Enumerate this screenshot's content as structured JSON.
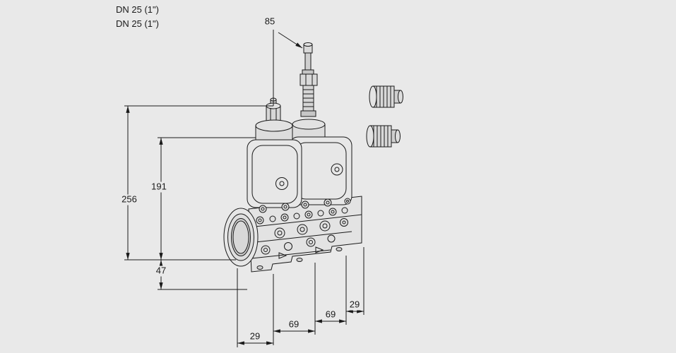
{
  "page": {
    "background": "#e9e9e9",
    "line_color": "#1a1a1a"
  },
  "labels": {
    "dn_line1": "DN 25 (1\")",
    "dn_line2": "DN 25 (1\")"
  },
  "dimensions": {
    "top_width": "85",
    "overall_height": "256",
    "upper_height": "191",
    "lower_height": "47",
    "bottom_offset_left": "29",
    "bottom_span_left": "69",
    "bottom_span_right": "69",
    "bottom_offset_right": "29"
  }
}
